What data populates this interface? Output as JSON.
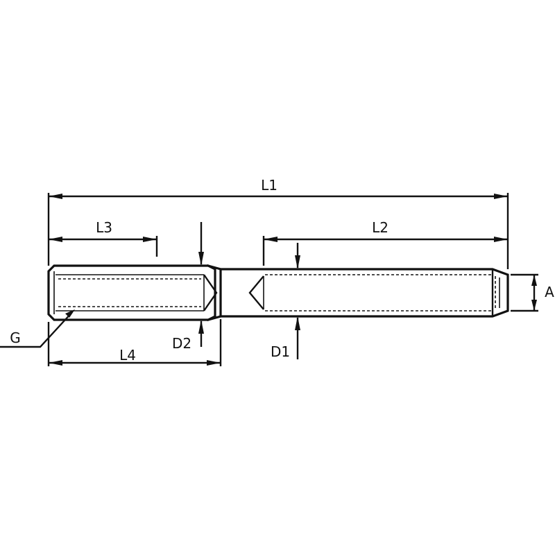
{
  "labels": {
    "l1": "L1",
    "l2": "L2",
    "l3": "L3",
    "l4": "L4",
    "d1": "D1",
    "d2": "D2",
    "g": "G",
    "a": "A"
  },
  "colors": {
    "line": "#111111",
    "background": "#ffffff"
  }
}
